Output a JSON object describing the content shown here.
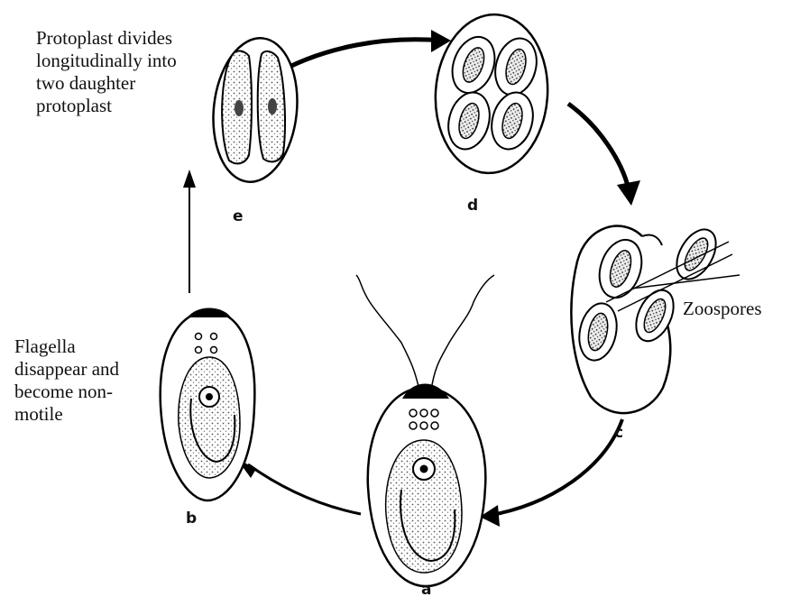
{
  "stages": {
    "a": "a",
    "b": "b",
    "c": "c",
    "d": "d",
    "e": "e"
  },
  "annotations": {
    "protoplast": "Protoplast divides\nlongitudinally into\ntwo daughter\nprotoplast",
    "flagella": "Flagella\ndisappear and\nbecome non-\nmotile",
    "zoospores": "Zoospores"
  }
}
